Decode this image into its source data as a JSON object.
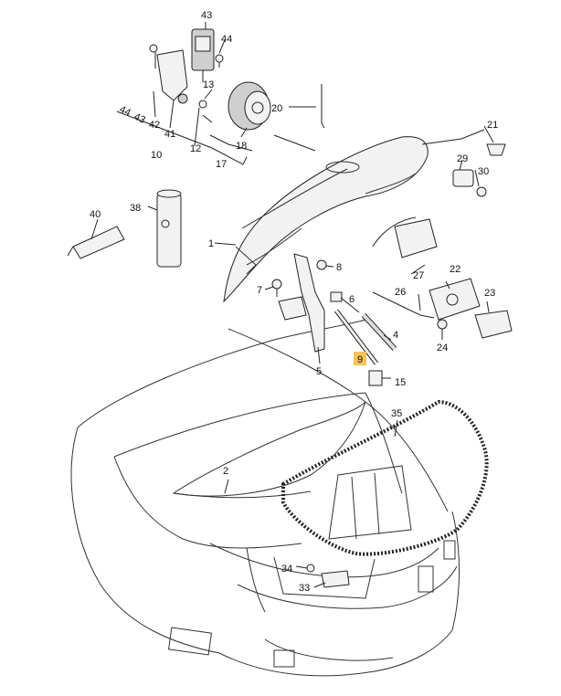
{
  "labels": {
    "l1": "1",
    "l2": "2",
    "l4": "4",
    "l5": "5",
    "l6": "6",
    "l7": "7",
    "l8": "8",
    "l9": "9",
    "l10": "10",
    "l12": "12",
    "l13": "13",
    "l15": "15",
    "l17": "17",
    "l18": "18",
    "l20": "20",
    "l21": "21",
    "l22": "22",
    "l23": "23",
    "l24": "24",
    "l26": "26",
    "l27": "27",
    "l29": "29",
    "l30": "30",
    "l33": "33",
    "l34": "34",
    "l35": "35",
    "l38": "38",
    "l40": "40",
    "l41": "41",
    "l42": "42",
    "l43": "43",
    "l44": "44",
    "l43b": "43",
    "l44b": "44"
  },
  "highlight": {
    "part": "9",
    "color": "#f7c35a"
  }
}
